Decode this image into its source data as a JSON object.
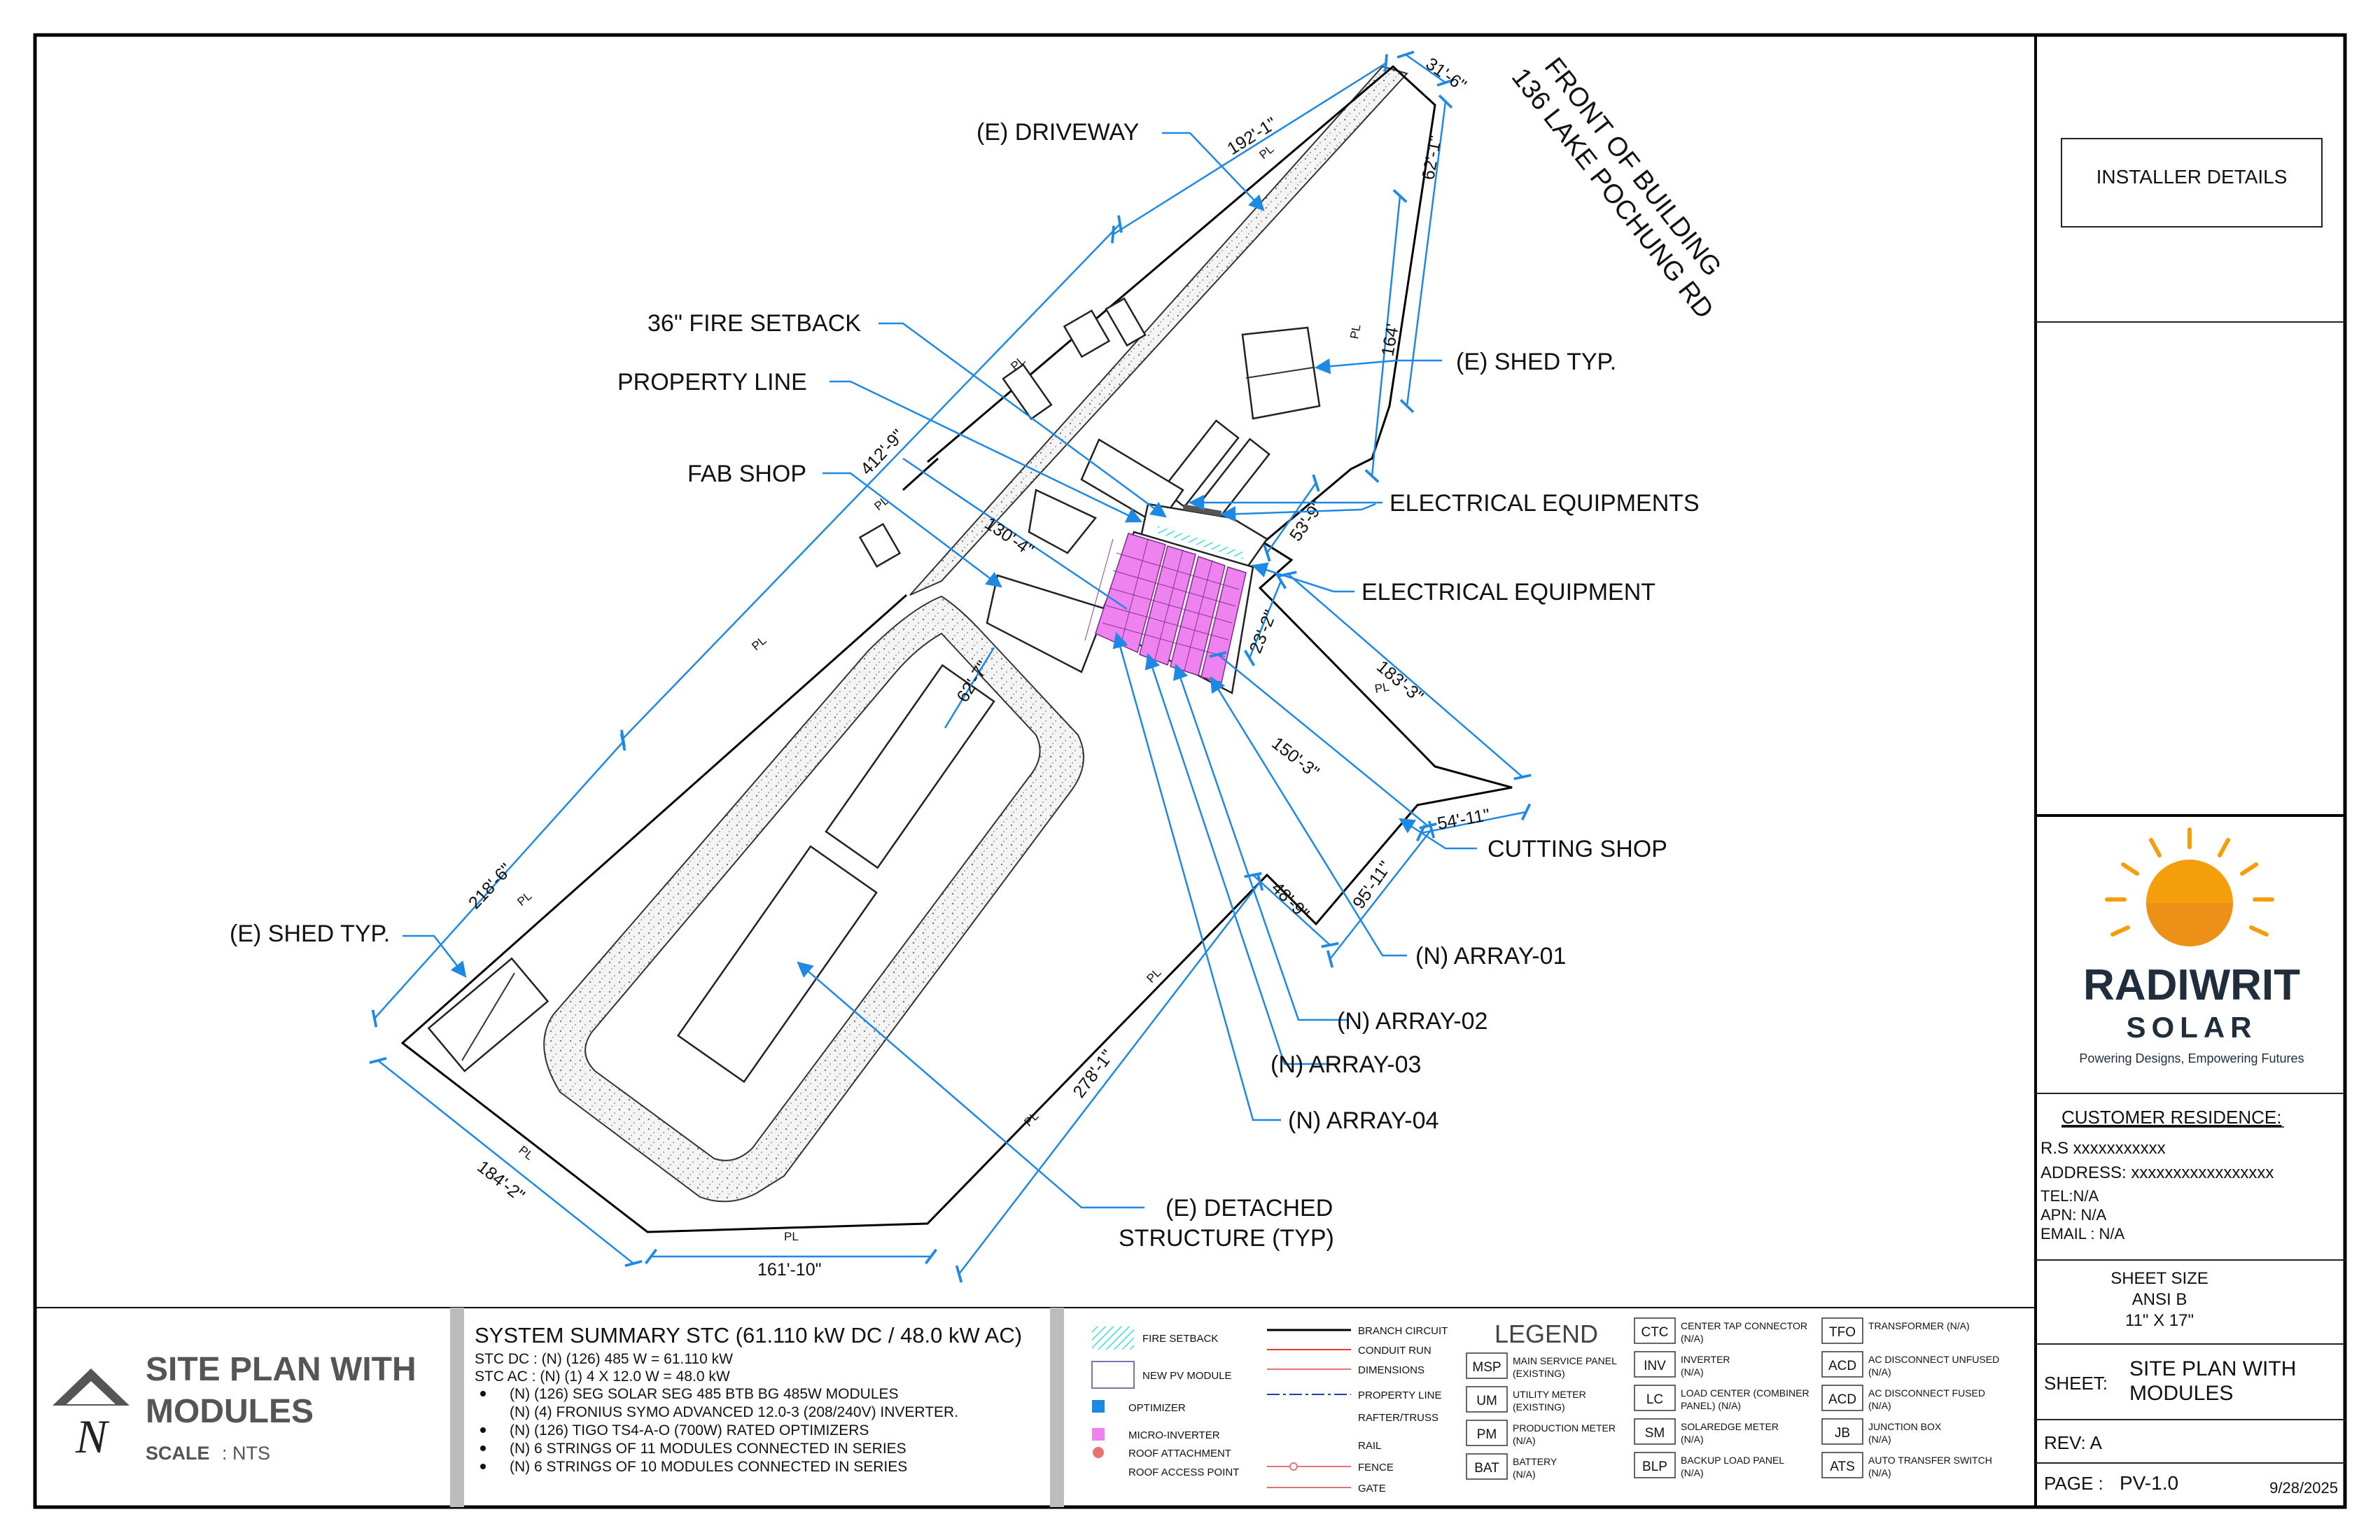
{
  "site": {
    "front_of_building": "FRONT OF BUILDING",
    "address_line": "136 LAKE POCHUNG RD",
    "pl": "PL",
    "callouts": {
      "driveway": "(E) DRIVEWAY",
      "fire_setback": "36\" FIRE SETBACK",
      "property_line": "PROPERTY LINE",
      "fab_shop": "FAB SHOP",
      "shed_right": "(E) SHED TYP.",
      "electrical_equipments": "ELECTRICAL EQUIPMENTS",
      "electrical_equipment": "ELECTRICAL EQUIPMENT",
      "cutting_shop": "CUTTING SHOP",
      "array_01": "(N) ARRAY-01",
      "array_02": "(N) ARRAY-02",
      "array_03": "(N) ARRAY-03",
      "array_04": "(N) ARRAY-04",
      "shed_left": "(E) SHED TYP.",
      "detached_l1": "(E) DETACHED",
      "detached_l2": "STRUCTURE (TYP)"
    },
    "dimensions": {
      "d192_1": "192'-1\"",
      "d31_6": "31'-6\"",
      "d62_1": "62'-1\"",
      "d164": "164'",
      "d412_9": "412'-9\"",
      "d130_4": "130'-4\"",
      "d53_9": "53'-9\"",
      "d23_2": "23'-2\"",
      "d183_3": "183'-3\"",
      "d62_7": "62'-7\"",
      "d150_3": "150'-3\"",
      "d54_11": "54'-11\"",
      "d95_11": "95'-11\"",
      "d48_9": "48'-9\"",
      "d218_6": "218'-6\"",
      "d278_1": "278'-1\"",
      "d184_2": "184'-2\"",
      "d161_10": "161'-10\""
    }
  },
  "title_panel": {
    "title_l1": "SITE PLAN WITH",
    "title_l2": "MODULES",
    "scale_label": "SCALE",
    "scale_value": ": NTS",
    "north_letter": "N"
  },
  "summary": {
    "heading": "SYSTEM SUMMARY STC (61.110 kW DC / 48.0 kW AC)",
    "stc_dc": "STC DC : (N) (126) 485 W = 61.110 kW",
    "stc_ac": "STC AC : (N) (1) 4 X 12.0 W = 48.0 kW",
    "items": [
      "(N) (126) SEG SOLAR SEG 485 BTB BG 485W MODULES",
      "(N) (4) FRONIUS SYMO ADVANCED 12.0-3 (208/240V) INVERTER.",
      "(N) (126) TIGO TS4-A-O (700W) RATED OPTIMIZERS",
      "(N) 6 STRINGS OF 11 MODULES CONNECTED IN SERIES",
      "(N) 6 STRINGS OF 10 MODULES CONNECTED IN SERIES"
    ]
  },
  "legend": {
    "title": "LEGEND",
    "symbols": {
      "fire_setback": "FIRE SETBACK",
      "new_pv": "NEW PV MODULE",
      "optimizer": "OPTIMIZER",
      "micro_inverter": "MICRO-INVERTER",
      "roof_attachment": "ROOF ATTACHMENT",
      "roof_access": "ROOF ACCESS POINT"
    },
    "lines": {
      "branch": "BRANCH CIRCUIT",
      "conduit": "CONDUIT RUN",
      "dimensions": "DIMENSIONS",
      "property": "PROPERTY LINE",
      "rafter": "RAFTER/TRUSS",
      "rail": "RAIL",
      "fence": "FENCE",
      "gate": "GATE"
    },
    "abbr": [
      {
        "code": "MSP",
        "l1": "MAIN SERVICE PANEL",
        "l2": "(EXISTING)"
      },
      {
        "code": "UM",
        "l1": "UTILITY METER",
        "l2": "(EXISTING)"
      },
      {
        "code": "PM",
        "l1": "PRODUCTION METER",
        "l2": "(N/A)"
      },
      {
        "code": "BAT",
        "l1": "BATTERY",
        "l2": "(N/A)"
      },
      {
        "code": "CTC",
        "l1": "CENTER TAP CONNECTOR",
        "l2": "(N/A)"
      },
      {
        "code": "INV",
        "l1": "INVERTER",
        "l2": "(N/A)"
      },
      {
        "code": "LC",
        "l1": "LOAD CENTER (COMBINER",
        "l2": "PANEL) (N/A)"
      },
      {
        "code": "SM",
        "l1": "SOLAREDGE METER",
        "l2": "(N/A)"
      },
      {
        "code": "BLP",
        "l1": "BACKUP LOAD PANEL",
        "l2": "(N/A)"
      },
      {
        "code": "TFO",
        "l1": "TRANSFORMER (N/A)",
        "l2": ""
      },
      {
        "code": "ACD",
        "l1": "AC DISCONNECT UNFUSED",
        "l2": "(N/A)"
      },
      {
        "code": "ACD",
        "l1": "AC DISCONNECT FUSED",
        "l2": "(N/A)"
      },
      {
        "code": "JB",
        "l1": "JUNCTION BOX",
        "l2": "(N/A)"
      },
      {
        "code": "ATS",
        "l1": "AUTO TRANSFER SWITCH",
        "l2": "(N/A)"
      }
    ]
  },
  "title_block": {
    "installer_details": "INSTALLER DETAILS",
    "brand_l1": "RADIWRIT",
    "brand_l2": "SOLAR",
    "tagline": "Powering Designs, Empowering Futures",
    "customer_heading": "CUSTOMER RESIDENCE:",
    "customer_name": "R.S xxxxxxxxxxx",
    "address": "ADDRESS: xxxxxxxxxxxxxxxxx",
    "tel": "TEL:N/A",
    "apn": "APN: N/A",
    "email": "EMAIL : N/A",
    "sheet_size_label": "SHEET SIZE",
    "sheet_size_1": "ANSI B",
    "sheet_size_2": "11\" X 17\"",
    "sheet_label": "SHEET:",
    "sheet_name_1": "SITE PLAN WITH",
    "sheet_name_2": "MODULES",
    "rev": "REV: A",
    "page_label": "PAGE :",
    "page_value": "PV-1.0",
    "date": "9/28/2025"
  },
  "colors": {
    "leader": "#1e88e5",
    "module": "#ee82ee",
    "setback": "#40e0d0",
    "sun": "#f59e0b",
    "brand": "#1f2d3d"
  }
}
